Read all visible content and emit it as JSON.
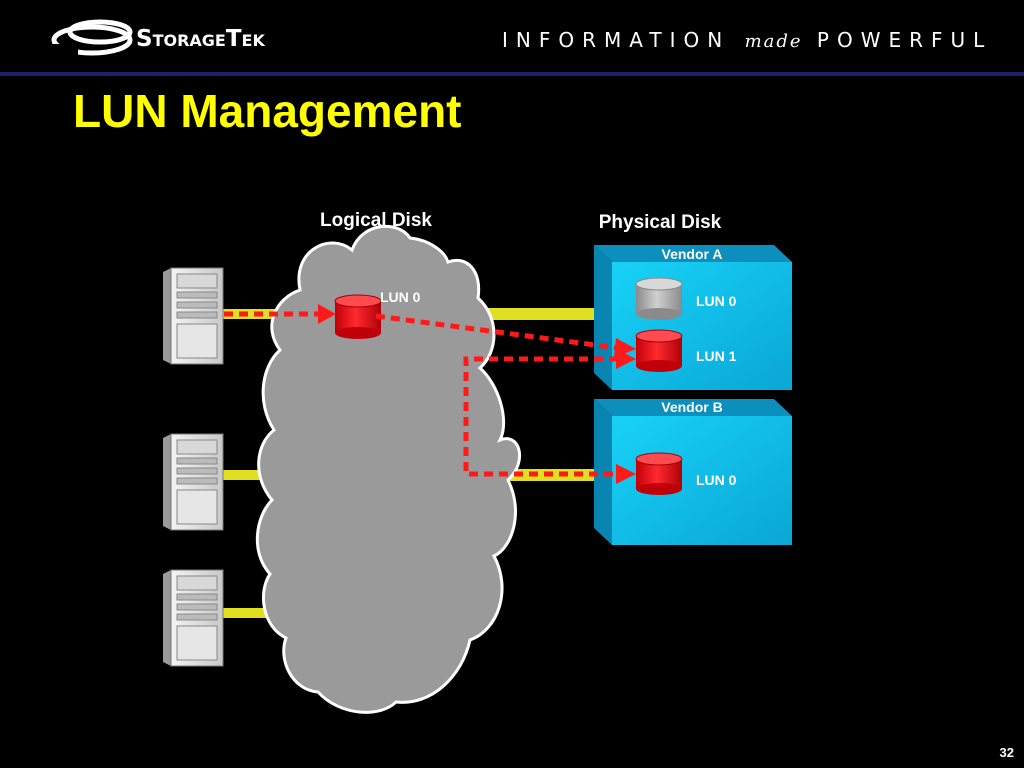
{
  "header": {
    "logo_text": "StorageTek",
    "tagline_left": "INFORMATION",
    "tagline_mid": "made",
    "tagline_right": "POWERFUL"
  },
  "slide": {
    "title": "LUN Management",
    "number": "32"
  },
  "diagram": {
    "logical_disk_label": "Logical Disk",
    "physical_disk_label": "Physical Disk",
    "logical_lun_label": "LUN 0",
    "vendor_a": {
      "name": "Vendor A",
      "luns": [
        "LUN 0",
        "LUN 1"
      ]
    },
    "vendor_b": {
      "name": "Vendor B",
      "luns": [
        "LUN 0"
      ]
    }
  },
  "colors": {
    "title": "#ffff00",
    "link": "#e0e020",
    "lun_active": "#e8141c",
    "lun_inactive": "#a8a8a8",
    "vendor_box": "#12c8f0",
    "cloud": "#9a9a9a",
    "path": "#ff1a1a"
  }
}
